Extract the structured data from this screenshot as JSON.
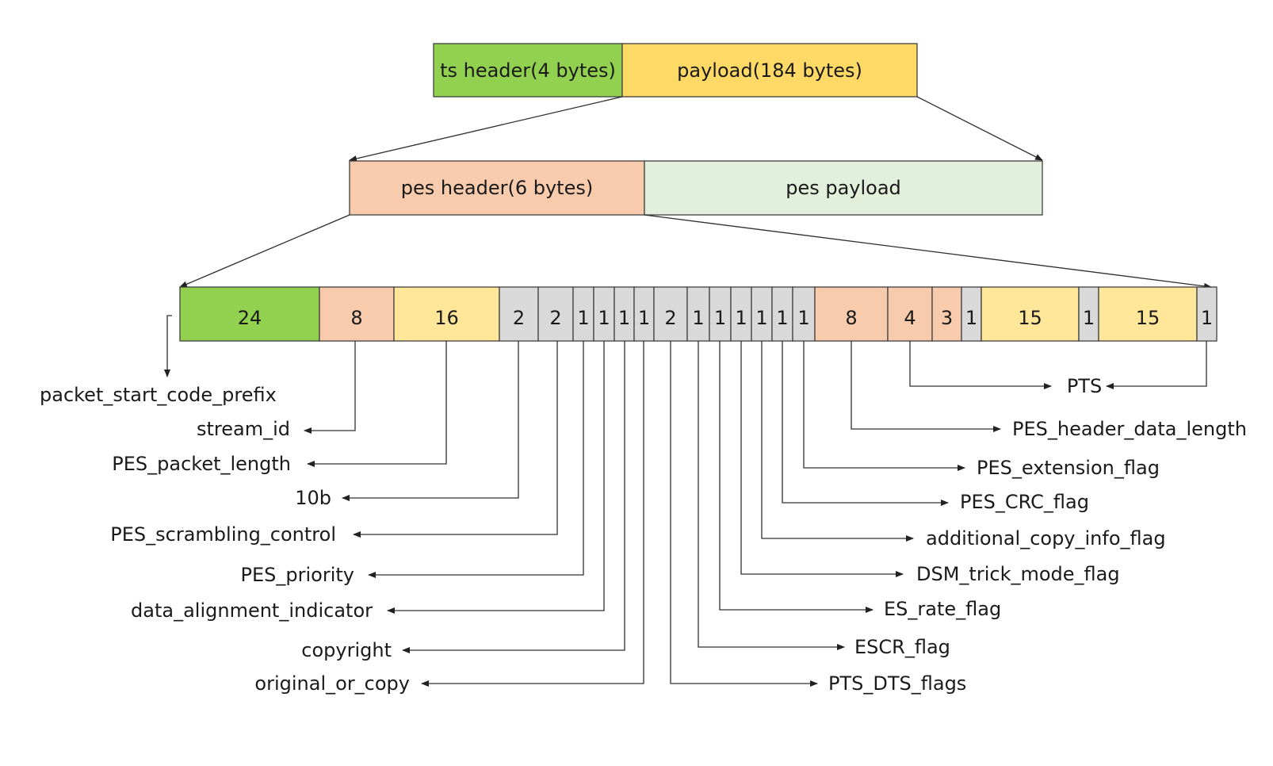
{
  "colors": {
    "green": "#92d050",
    "yellow": "#ffd966",
    "peach": "#f8cbad",
    "light_green": "#e2efda",
    "light_yellow": "#ffe699",
    "gray": "#d9d9d9"
  },
  "ts_packet": {
    "header_label": "ts header(4 bytes)",
    "payload_label": "payload(184 bytes)"
  },
  "pes_packet": {
    "header_label": "pes header(6 bytes)",
    "payload_label": "pes payload"
  },
  "pes_header_fields": [
    {
      "bits": "24",
      "color": "green"
    },
    {
      "bits": "8",
      "color": "peach"
    },
    {
      "bits": "16",
      "color": "light_yellow"
    },
    {
      "bits": "2",
      "color": "gray"
    },
    {
      "bits": "2",
      "color": "gray"
    },
    {
      "bits": "1",
      "color": "gray"
    },
    {
      "bits": "1",
      "color": "gray"
    },
    {
      "bits": "1",
      "color": "gray"
    },
    {
      "bits": "1",
      "color": "gray"
    },
    {
      "bits": "2",
      "color": "gray"
    },
    {
      "bits": "1",
      "color": "gray"
    },
    {
      "bits": "1",
      "color": "gray"
    },
    {
      "bits": "1",
      "color": "gray"
    },
    {
      "bits": "1",
      "color": "gray"
    },
    {
      "bits": "1",
      "color": "gray"
    },
    {
      "bits": "1",
      "color": "gray"
    },
    {
      "bits": "8",
      "color": "peach"
    },
    {
      "bits": "4",
      "color": "peach"
    },
    {
      "bits": "3",
      "color": "peach"
    },
    {
      "bits": "1",
      "color": "gray"
    },
    {
      "bits": "15",
      "color": "light_yellow"
    },
    {
      "bits": "1",
      "color": "gray"
    },
    {
      "bits": "15",
      "color": "light_yellow"
    },
    {
      "bits": "1",
      "color": "gray"
    }
  ],
  "field_labels": {
    "packet_start_code_prefix": "packet_start_code_prefix",
    "stream_id": "stream_id",
    "PES_packet_length": "PES_packet_length",
    "marker_bits": "10b",
    "PES_scrambling_control": "PES_scrambling_control",
    "PES_priority": "PES_priority",
    "data_alignment_indicator": "data_alignment_indicator",
    "copyright": "copyright",
    "original_or_copy": "original_or_copy",
    "PTS_DTS_flags": "PTS_DTS_flags",
    "ESCR_flag": "ESCR_flag",
    "ES_rate_flag": "ES_rate_flag",
    "DSM_trick_mode_flag": "DSM_trick_mode_flag",
    "additional_copy_info_flag": "additional_copy_info_flag",
    "PES_CRC_flag": "PES_CRC_flag",
    "PES_extension_flag": "PES_extension_flag",
    "PES_header_data_length": "PES_header_data_length",
    "PTS": "PTS"
  }
}
